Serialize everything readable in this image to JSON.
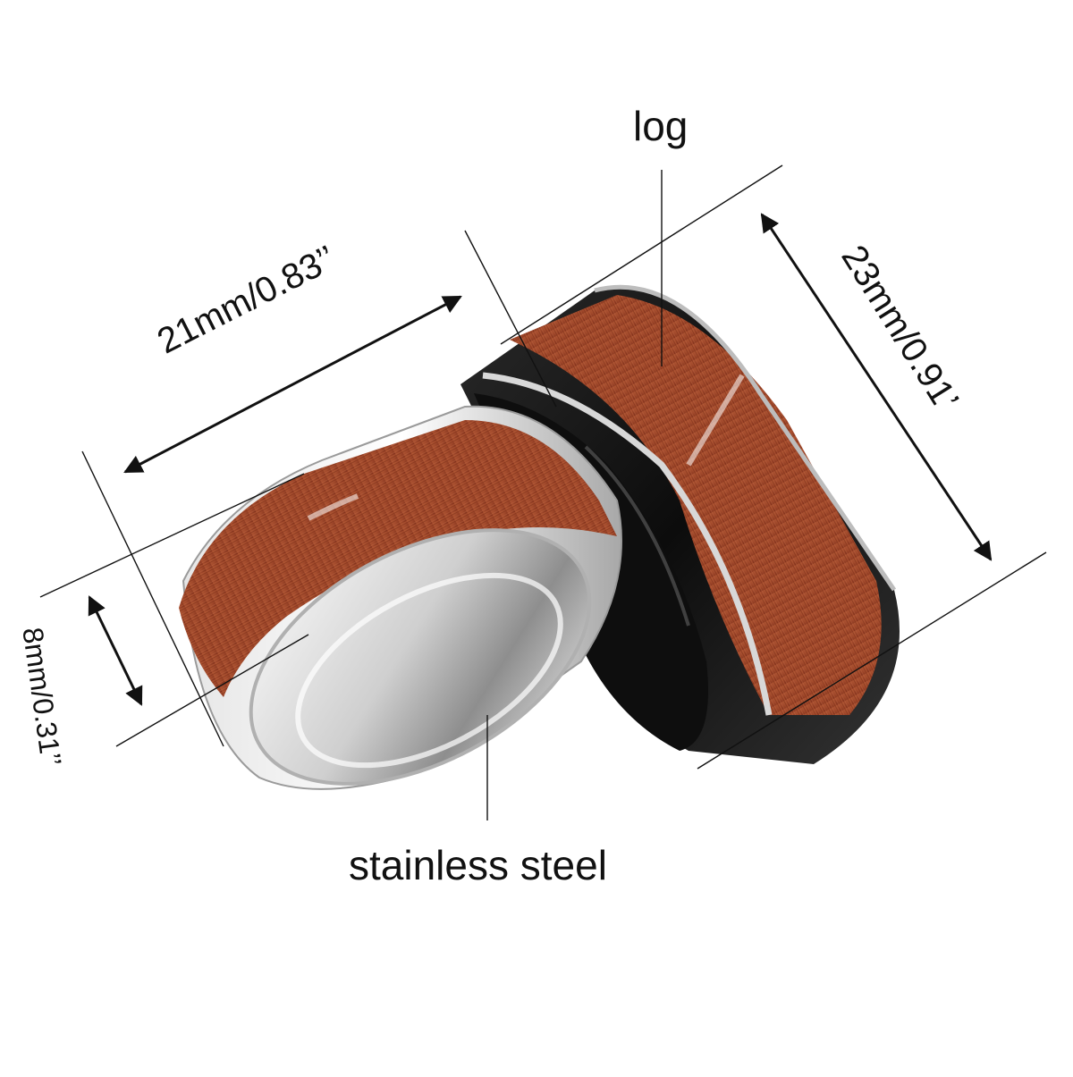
{
  "labels": {
    "log": "log",
    "stainless_steel": "stainless steel",
    "dim_small_ring_width": "21mm/0.83’’",
    "dim_large_ring_width": "23mm/0.91’",
    "dim_band_height": "8mm/0.31’’"
  },
  "colors": {
    "wood_dark": "#7e2f1a",
    "wood_mid": "#a24a2c",
    "wood_light": "#c0643f",
    "silver_light": "#f2f2f2",
    "silver_mid": "#c9c9c9",
    "silver_dark": "#8c8c8c",
    "black_ring": "#141414",
    "dimension_line": "#111111"
  },
  "icons": [
    "double-arrow-icon"
  ]
}
